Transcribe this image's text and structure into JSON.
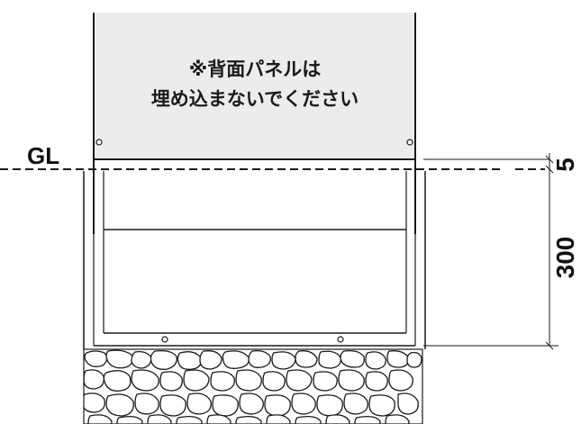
{
  "panel": {
    "note_line1": "※背面パネルは",
    "note_line2": "埋め込まないでください"
  },
  "ground": {
    "label": "GL"
  },
  "dimensions": {
    "gap": "5",
    "depth": "300"
  },
  "colors": {
    "panel_fill": "#ececec",
    "line": "#1a1a1a"
  }
}
